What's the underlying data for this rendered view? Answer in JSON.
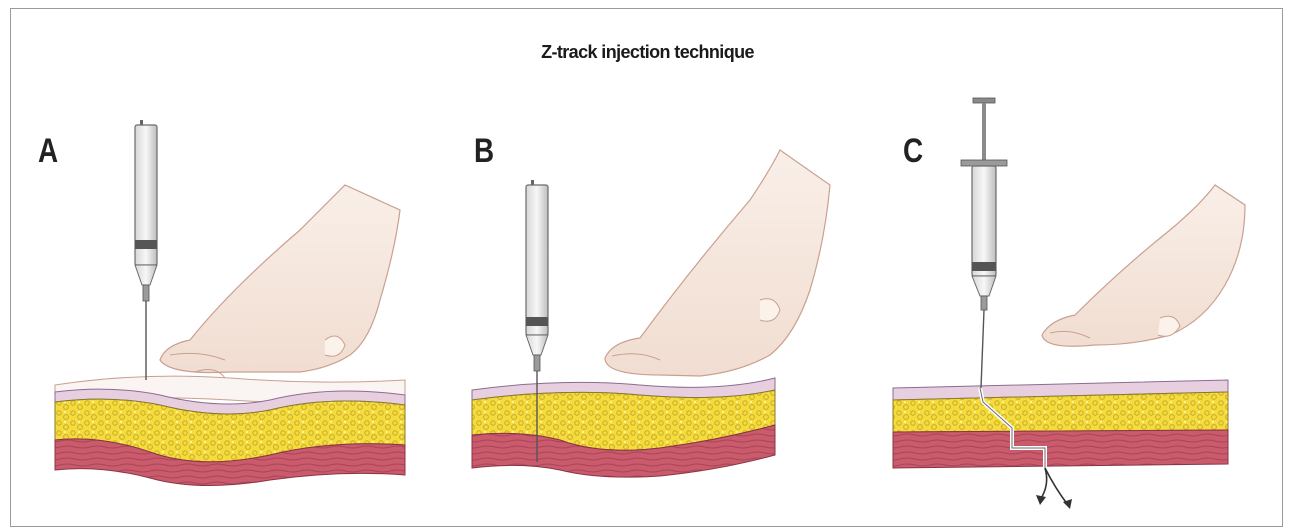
{
  "figure": {
    "title": "Z-track injection technique",
    "panels": [
      {
        "label": "A",
        "step": "needle inserted while skin is displaced laterally"
      },
      {
        "label": "B",
        "step": "needle fully inserted into muscle"
      },
      {
        "label": "C",
        "step": "skin released, track sealed in Z shape"
      }
    ]
  },
  "colors": {
    "skin": "#f7ece4",
    "skin_line": "#c9a08f",
    "fat": "#f4dc3c",
    "fat_dots": "#c9a82a",
    "muscle": "#c95b6c",
    "muscle_line": "#9e3c4d",
    "border": "#9a9a9a"
  }
}
